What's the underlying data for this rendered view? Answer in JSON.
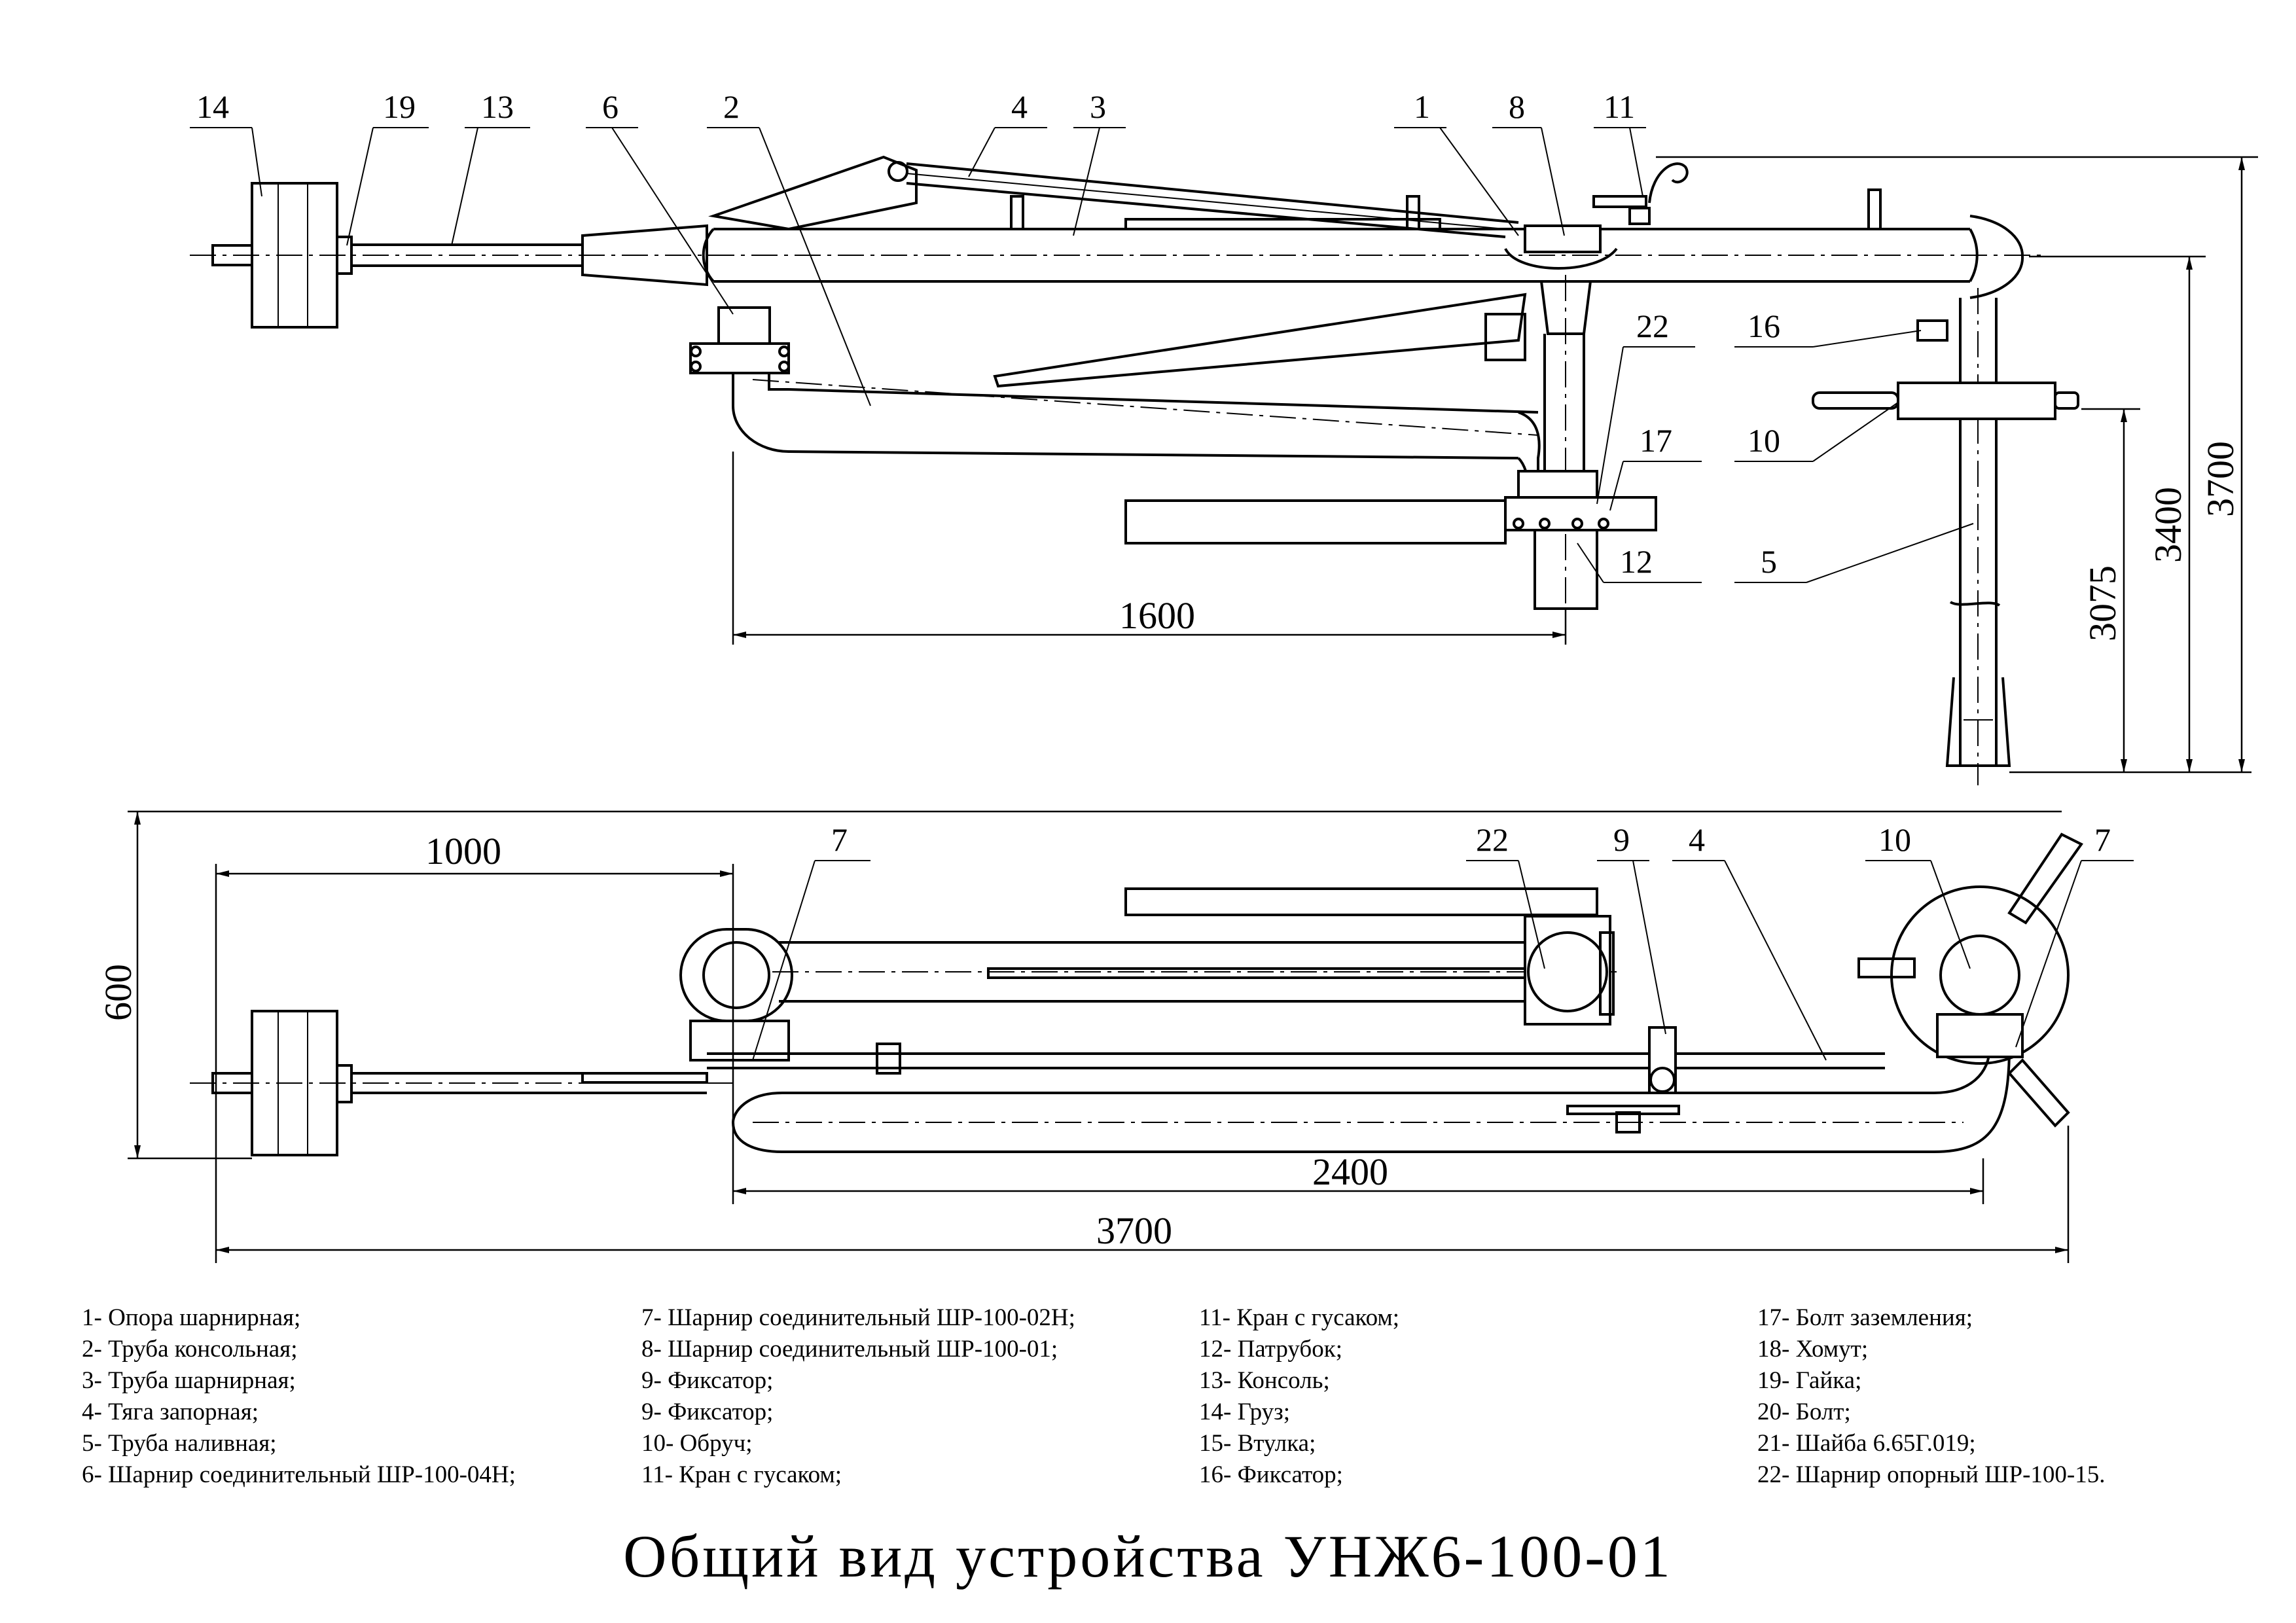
{
  "title": "Общий вид устройства УНЖ6-100-01",
  "callouts_side": [
    "14",
    "19",
    "13",
    "6",
    "2",
    "4",
    "3",
    "1",
    "8",
    "11",
    "22",
    "16",
    "17",
    "10",
    "12",
    "5"
  ],
  "callouts_plan": [
    "7",
    "22",
    "9",
    "4",
    "10",
    "7"
  ],
  "dimensions": {
    "side_length": "1600",
    "height_3075": "3075",
    "height_3400": "3400",
    "height_3700": "3700",
    "plan_1000": "1000",
    "plan_600": "600",
    "plan_2400": "2400",
    "plan_3700": "3700"
  },
  "legend": {
    "col1": [
      "1- Опора шарнирная;",
      "2- Труба консольная;",
      "3- Труба шарнирная;",
      "4- Тяга запорная;",
      "5- Труба наливная;",
      "6- Шарнир соединительный ШР-100-04Н;"
    ],
    "col2": [
      "7- Шарнир соединительный ШР-100-02Н;",
      "8- Шарнир соединительный ШР-100-01;",
      "9- Фиксатор;",
      "9- Фиксатор;",
      "10- Обруч;",
      "11- Кран с гусаком;"
    ],
    "col3": [
      "11- Кран с гусаком;",
      "12- Патрубок;",
      "13- Консоль;",
      "14- Груз;",
      "15- Втулка;",
      "16- Фиксатор;"
    ],
    "col4": [
      "17- Болт заземления;",
      "18- Хомут;",
      "19- Гайка;",
      "20- Болт;",
      "21- Шайба 6.65Г.019;",
      "22- Шарнир опорный ШР-100-15."
    ]
  }
}
